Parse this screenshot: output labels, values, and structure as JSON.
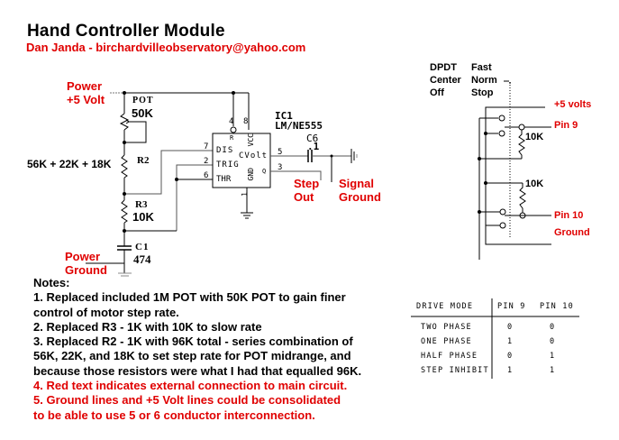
{
  "header": {
    "title": "Hand Controller Module",
    "author": "Dan Janda - birchardvilleobservatory@yahoo.com"
  },
  "schematic": {
    "power_label_1": "Power",
    "power_label_2": "+5 Volt",
    "pot_label": "POT",
    "pot_value": "50K",
    "r2_label": "R2",
    "r2_value": "56K + 22K + 18K",
    "r3_label": "R3",
    "r3_value": "10K",
    "c1_label": "C1",
    "c1_value": "474",
    "ground_label_1": "Power",
    "ground_label_2": "Ground",
    "ic_label": "IC1",
    "ic_part": "LM/NE555",
    "ic_pins": {
      "reset": "R",
      "vcc": "VCC",
      "dis": "DIS",
      "trig": "TRIG",
      "thr": "THR",
      "cvolt": "CVolt",
      "gnd": "GND",
      "q": "Q"
    },
    "pin_numbers": {
      "p4": "4",
      "p8": "8",
      "p7": "7",
      "p2": "2",
      "p6": "6",
      "p5": "5",
      "p3": "3",
      "p1": "1"
    },
    "c6_label": "C6",
    "c6_value": ".1",
    "step_out_1": "Step",
    "step_out_2": "Out",
    "signal_ground_1": "Signal",
    "signal_ground_2": "Ground"
  },
  "switch": {
    "dpdt": "DPDT",
    "center": "Center",
    "off": "Off",
    "fast": "Fast",
    "norm": "Norm",
    "stop": "Stop",
    "plus5": "+5 volts",
    "pin9": "Pin 9",
    "pin10": "Pin 10",
    "ground": "Ground",
    "r_upper": "10K",
    "r_lower": "10K"
  },
  "notes": {
    "heading": "Notes:",
    "lines": [
      "1.  Replaced included 1M POT with 50K POT to gain finer",
      "control of motor step rate.",
      "2.  Replaced R3 - 1K with 10K to slow rate",
      "3.  Replaced R2 - 1K with 96K total - series combination of",
      "56K, 22K, and 18K to set step rate for POT midrange, and",
      "because those resistors were what I had that equalled 96K."
    ],
    "red_lines": [
      "4.  Red text indicates external connection to main circuit.",
      "5.  Ground lines and +5 Volt lines could be consolidated",
      "to be able to use 5 or 6 conductor interconnection."
    ]
  },
  "drive_table": {
    "headers": [
      "DRIVE MODE",
      "PIN 9",
      "PIN 10"
    ],
    "rows": [
      [
        "TWO PHASE",
        "0",
        "0"
      ],
      [
        "ONE PHASE",
        "1",
        "0"
      ],
      [
        "HALF PHASE",
        "0",
        "1"
      ],
      [
        "STEP INHIBIT",
        "1",
        "1"
      ]
    ]
  },
  "colors": {
    "external": "#e00000",
    "wire": "#000000",
    "dotted": "#000000"
  }
}
